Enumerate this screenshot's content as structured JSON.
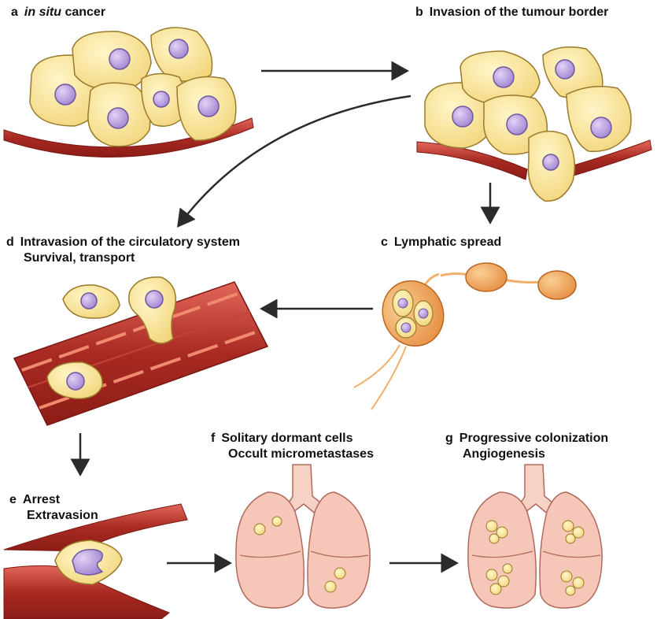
{
  "panels": {
    "a": {
      "letter": "a",
      "title_italic": "in situ",
      "title_rest": " cancer"
    },
    "b": {
      "letter": "b",
      "title": "Invasion of the tumour border"
    },
    "c": {
      "letter": "c",
      "title": "Lymphatic spread"
    },
    "d": {
      "letter": "d",
      "line1": "Intravasion of the circulatory system",
      "line2": "Survival, transport"
    },
    "e": {
      "letter": "e",
      "line1": "Arrest",
      "line2": "Extravasion"
    },
    "f": {
      "letter": "f",
      "line1": "Solitary dormant cells",
      "line2": "Occult micrometastases"
    },
    "g": {
      "letter": "g",
      "line1": "Progressive colonization",
      "line2": "Angiogenesis"
    }
  },
  "colors": {
    "cell_fill": "#f7e08c",
    "cell_stroke": "#9a7a2c",
    "nucleus_fill": "#b59ad8",
    "nucleus_stroke": "#6f56a0",
    "vessel_dark": "#a2261f",
    "vessel_light": "#d8584a",
    "lymph_orange": "#e9954a",
    "lung_fill": "#f6c6b8",
    "lung_stroke": "#b06a5c",
    "arrow": "#2b2b2b"
  }
}
